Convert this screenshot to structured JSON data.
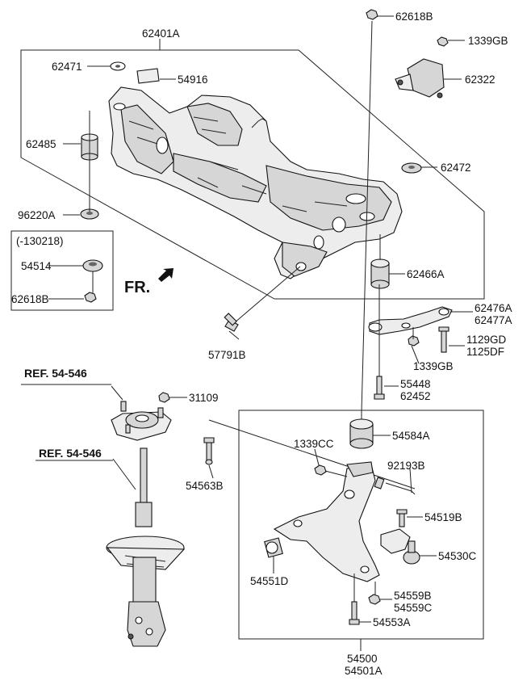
{
  "labels": {
    "l62401A": "62401A",
    "l62471": "62471",
    "l54916": "54916",
    "l62485": "62485",
    "l96220A": "96220A",
    "l130218": "(-130218)",
    "l54514": "54514",
    "l62618B_inset": "62618B",
    "l62618B_top": "62618B",
    "l1339GB_top": "1339GB",
    "l62322": "62322",
    "l62472": "62472",
    "l62466A": "62466A",
    "l62476A": "62476A",
    "l62477A": "62477A",
    "l1129GD": "1129GD",
    "l1125DF": "1125DF",
    "l1339GB_mid": "1339GB",
    "l55448": "55448",
    "l62452": "62452",
    "l57791B": "57791B",
    "fr": "FR.",
    "ref1": "REF. 54-546",
    "l31109": "31109",
    "ref2": "REF. 54-546",
    "l54563B": "54563B",
    "l54584A": "54584A",
    "l1339CC": "1339CC",
    "l92193B": "92193B",
    "l54519B": "54519B",
    "l54530C": "54530C",
    "l54551D": "54551D",
    "l54559B": "54559B",
    "l54559C": "54559C",
    "l54553A": "54553A",
    "l54500": "54500",
    "l54501A": "54501A"
  }
}
